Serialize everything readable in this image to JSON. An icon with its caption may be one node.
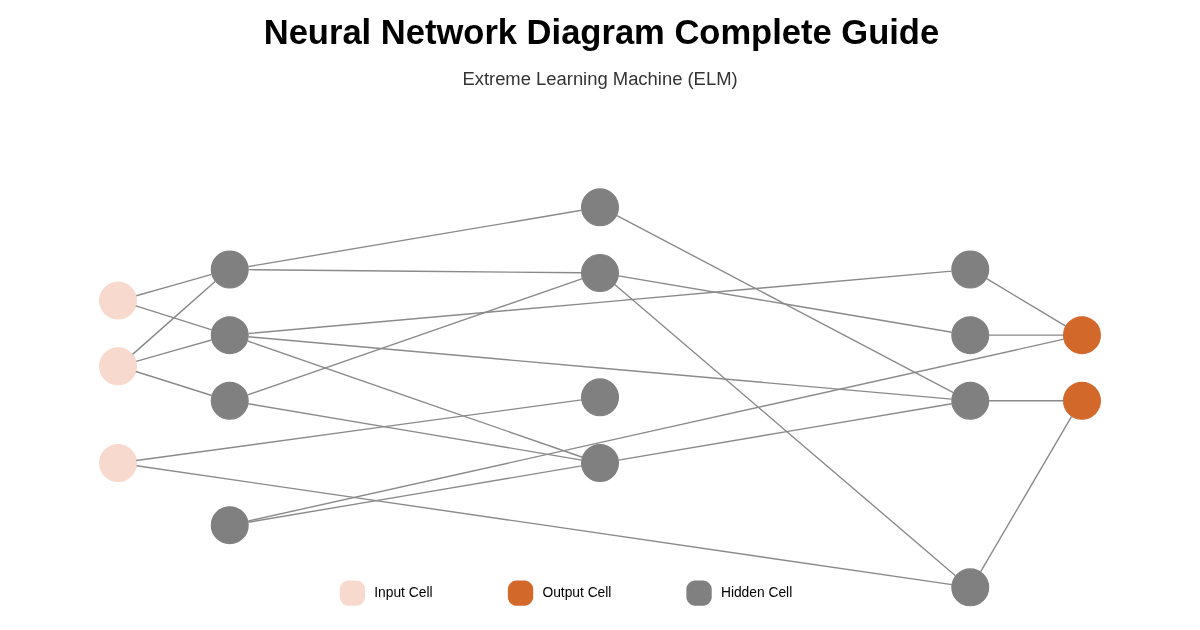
{
  "diagram": {
    "title": "Neural Network Diagram Complete Guide",
    "nodes": [
      {
        "text": [],
        "shape": "circle"
      },
      {
        "text": [],
        "shape": "circle"
      },
      {
        "text": [],
        "shape": "circle"
      },
      {
        "text": [],
        "shape": "circle"
      },
      {
        "text": [],
        "shape": "circle"
      },
      {
        "text": [],
        "shape": "circle"
      },
      {
        "text": [],
        "shape": "circle"
      },
      {
        "text": [],
        "shape": "circle"
      },
      {
        "text": [],
        "shape": "circle"
      },
      {
        "text": [],
        "shape": "circle"
      },
      {
        "text": [],
        "shape": "circle"
      },
      {
        "text": [],
        "shape": "circle"
      },
      {
        "text": [],
        "shape": "circle"
      },
      {
        "text": [],
        "shape": "circle"
      },
      {
        "text": [],
        "shape": "circle"
      },
      {
        "text": [],
        "shape": "circle"
      },
      {
        "text": [],
        "shape": "circle"
      }
    ],
    "edges": [
      {
        "from": 0,
        "to": 3,
        "arrow": "none"
      },
      {
        "from": 0,
        "to": 4,
        "arrow": "none"
      },
      {
        "from": 1,
        "to": 3,
        "arrow": "none"
      },
      {
        "from": 1,
        "to": 4,
        "arrow": "none"
      },
      {
        "from": 1,
        "to": 5,
        "arrow": "none"
      },
      {
        "from": 2,
        "to": 9,
        "arrow": "none"
      },
      {
        "from": 2,
        "to": 14,
        "arrow": "none"
      },
      {
        "from": 3,
        "to": 7,
        "arrow": "none"
      },
      {
        "from": 3,
        "to": 8,
        "arrow": "none"
      },
      {
        "from": 4,
        "to": 11,
        "arrow": "none"
      },
      {
        "from": 4,
        "to": 13,
        "arrow": "none"
      },
      {
        "from": 4,
        "to": 10,
        "arrow": "none"
      },
      {
        "from": 5,
        "to": 8,
        "arrow": "none"
      },
      {
        "from": 5,
        "to": 10,
        "arrow": "none"
      },
      {
        "from": 6,
        "to": 10,
        "arrow": "none"
      },
      {
        "from": 6,
        "to": 15,
        "arrow": "none"
      },
      {
        "from": 7,
        "to": 13,
        "arrow": "none"
      },
      {
        "from": 8,
        "to": 12,
        "arrow": "none"
      },
      {
        "from": 8,
        "to": 14,
        "arrow": "none"
      },
      {
        "from": 10,
        "to": 13,
        "arrow": "none"
      },
      {
        "from": 11,
        "to": 15,
        "arrow": "none"
      },
      {
        "from": 12,
        "to": 15,
        "arrow": "none"
      },
      {
        "from": 13,
        "to": 16,
        "arrow": "none"
      },
      {
        "from": 14,
        "to": 16,
        "arrow": "none"
      }
    ],
    "labels": [
      "Extreme Learning Machine (ELM)"
    ],
    "legend": [
      {
        "text": "Input Cell",
        "color": "#f8d9cd"
      },
      {
        "text": "Output Cell",
        "color": "#d2692b"
      },
      {
        "text": "Hidden Cell",
        "color": "#808080"
      }
    ]
  }
}
